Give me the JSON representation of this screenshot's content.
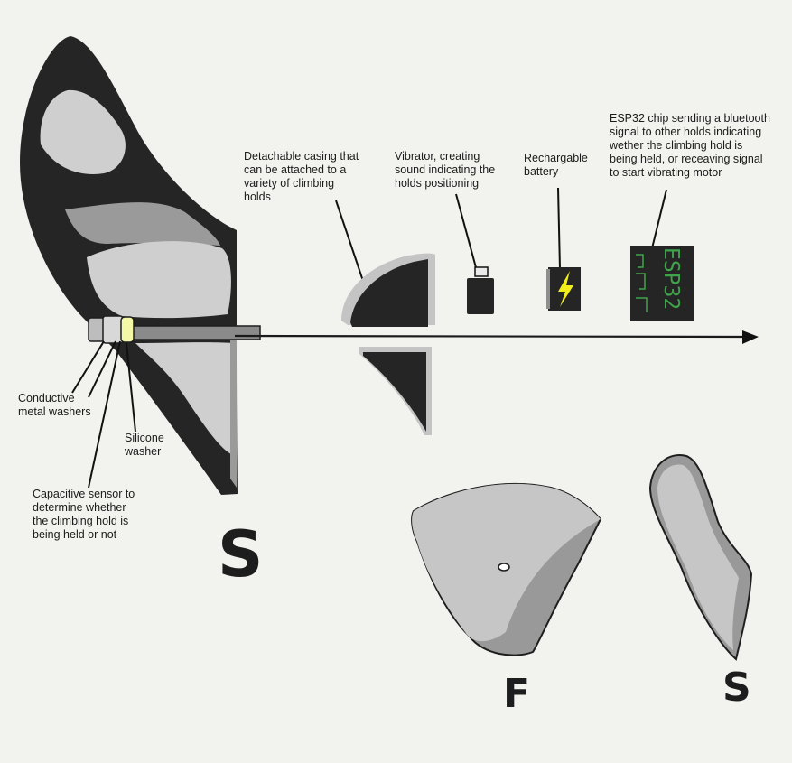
{
  "labels": {
    "casing": "Detachable casing that\ncan be attached to a\nvariety of climbing\nholds",
    "vibrator": "Vibrator, creating\nsound indicating the\nholds positioning",
    "battery": "Rechargable\nbattery",
    "esp32": "ESP32 chip sending a bluetooth\nsignal to other holds indicating\nwether the climbing hold is\nbeing held, or receaving signal\nto start vibrating motor",
    "conductive": "Conductive\nmetal washers",
    "silicone": "Silicone\nwasher",
    "capacitive": "Capacitive sensor to\ndetermine whether\nthe climbing hold is\nbeing held or not"
  },
  "chip_text": "ESP32",
  "view_letters": {
    "side_main": "S",
    "front": "F",
    "side_small": "S"
  },
  "colors": {
    "background": "#f2f3ee",
    "dark": "#252525",
    "light_grey": "#c4c4c4",
    "mid_grey": "#9a9a9a",
    "bolt": "#f2ee1c",
    "chip_trace": "#3ea34a",
    "silicone": "#f4f7a6"
  }
}
